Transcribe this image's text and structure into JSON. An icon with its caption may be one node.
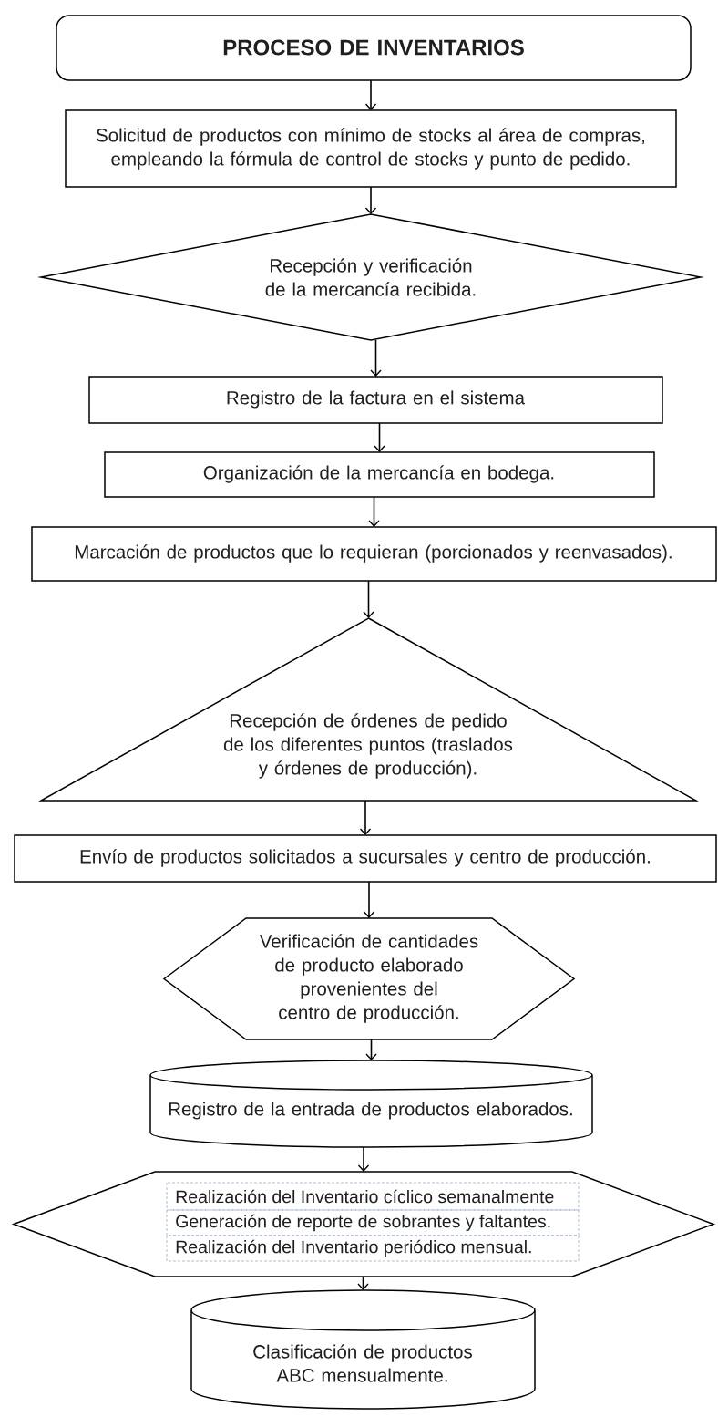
{
  "diagram": {
    "nodes": [
      {
        "text": [
          "PROCESO DE INVENTARIOS"
        ]
      },
      {
        "text": [
          "Solicitud de productos con mínimo de stocks al área de compras, empleando la fórmula de control de stocks y punto de pedido."
        ]
      },
      {
        "text": [
          "Recepción y verificación de la mercancía recibida."
        ]
      },
      {
        "text": [
          "Registro de la factura en el sistema"
        ]
      },
      {
        "text": [
          "Organización de la mercancía en bodega."
        ]
      },
      {
        "text": [
          "Marcación de productos que lo requieran (porcionados y reenvasados)."
        ]
      },
      {
        "text": [
          "Recepción de órdenes de pedido de los diferentes puntos (traslados y órdenes de producción)."
        ]
      },
      {
        "text": [
          "Envío de productos solicitados a sucursales y centro de producción."
        ]
      },
      {
        "text": [
          "Verificación de cantidades de producto elaborado provenientes del centro de producción."
        ]
      },
      {
        "text": [
          "Registro de la entrada de productos elaborados."
        ]
      },
      {
        "text": [],
        "shape": "hexagon"
      },
      {
        "text": [
          "Realización del Inventario cíclico semanalmente"
        ],
        "in": 10
      },
      {
        "text": [
          "Generación de reporte de sobrantes y faltantes."
        ],
        "in": 10
      },
      {
        "text": [
          "Realización del Inventario periódico mensual."
        ],
        "in": 10
      },
      {
        "text": [
          "Clasificación de productos ABC mensualmente."
        ]
      }
    ],
    "edges": [
      {
        "from": 0,
        "to": 1,
        "arrow": "to"
      },
      {
        "from": 1,
        "to": 2,
        "arrow": "to"
      },
      {
        "from": 2,
        "to": 3,
        "arrow": "to"
      },
      {
        "from": 3,
        "to": 4,
        "arrow": "to"
      },
      {
        "from": 4,
        "to": 5,
        "arrow": "to"
      },
      {
        "from": 5,
        "to": 6,
        "arrow": "to"
      },
      {
        "from": 6,
        "to": 7,
        "arrow": "to"
      },
      {
        "from": 7,
        "to": 8,
        "arrow": "to"
      },
      {
        "from": 8,
        "to": 9,
        "arrow": "to"
      },
      {
        "from": 9,
        "to": 10,
        "arrow": "to"
      },
      {
        "from": 10,
        "to": 14,
        "arrow": "to"
      }
    ]
  }
}
